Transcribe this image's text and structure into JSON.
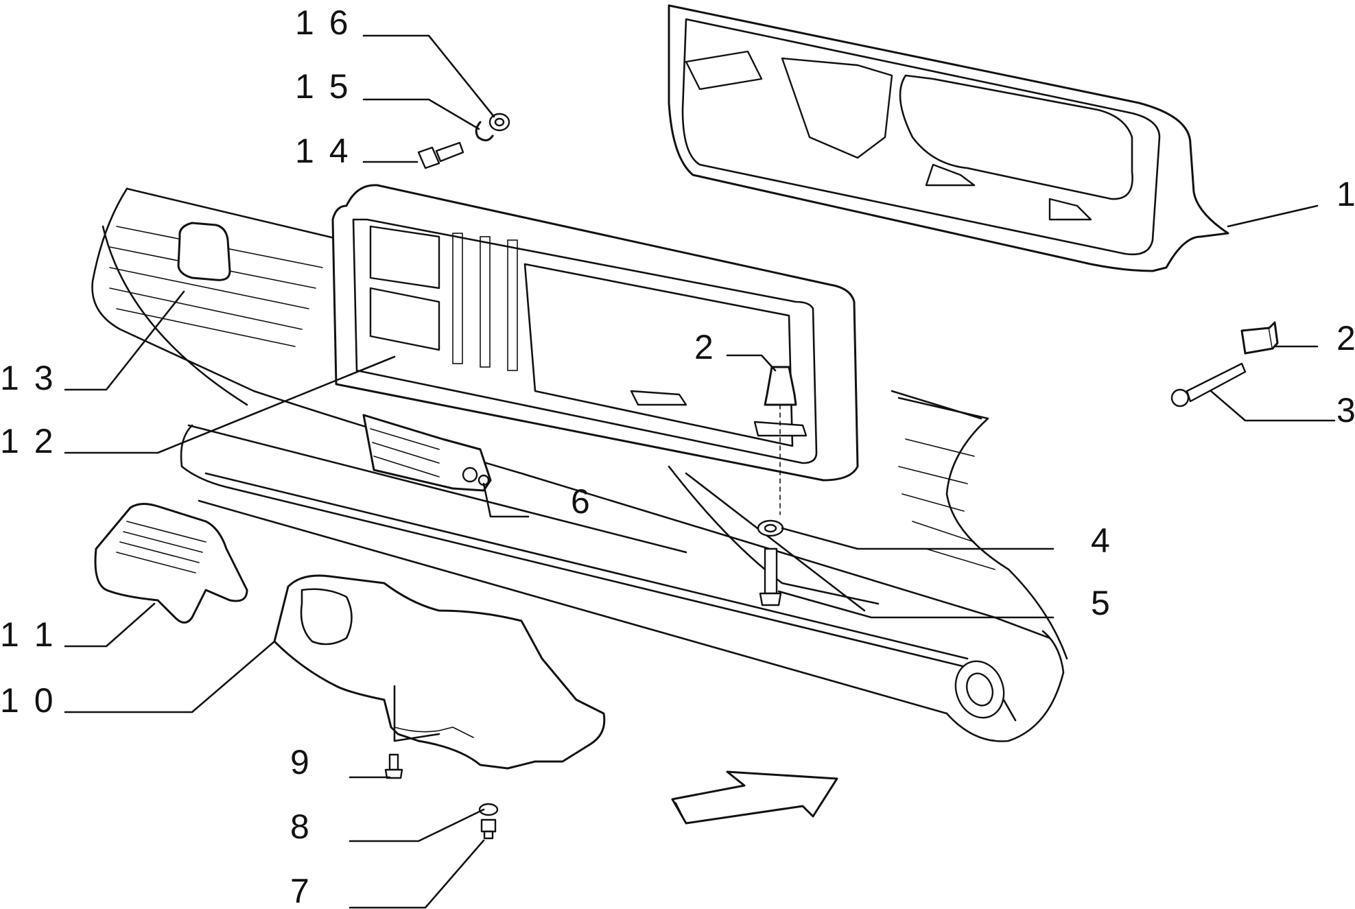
{
  "callouts": [
    {
      "id": "c16",
      "text": "1 6"
    },
    {
      "id": "c15",
      "text": "1 5"
    },
    {
      "id": "c14",
      "text": "1 4"
    },
    {
      "id": "c13",
      "text": "1 3"
    },
    {
      "id": "c12",
      "text": "1 2"
    },
    {
      "id": "c11",
      "text": "1 1"
    },
    {
      "id": "c10",
      "text": "1 0"
    },
    {
      "id": "c9",
      "text": "9"
    },
    {
      "id": "c8",
      "text": "8"
    },
    {
      "id": "c7",
      "text": "7"
    },
    {
      "id": "c6",
      "text": "6"
    },
    {
      "id": "c5",
      "text": "5"
    },
    {
      "id": "c4",
      "text": "4"
    },
    {
      "id": "c3",
      "text": "3"
    },
    {
      "id": "c2a",
      "text": "2"
    },
    {
      "id": "c2b",
      "text": "2"
    },
    {
      "id": "c1",
      "text": "1"
    }
  ],
  "parts": {
    "p1": "instrument-panel-upper-housing",
    "p2": "clip",
    "p3": "screw",
    "p4": "washer",
    "p5": "screw",
    "p6": "vent-grille",
    "p7": "screw",
    "p8": "washer",
    "p9": "screw",
    "p10": "steering-column-shroud",
    "p11": "knob-cover",
    "p12": "instrument-cluster-bezel",
    "p13": "cap",
    "p14": "bolt",
    "p15": "lock-washer",
    "p16": "nut"
  },
  "arrow_icon": "direction-arrow-icon"
}
